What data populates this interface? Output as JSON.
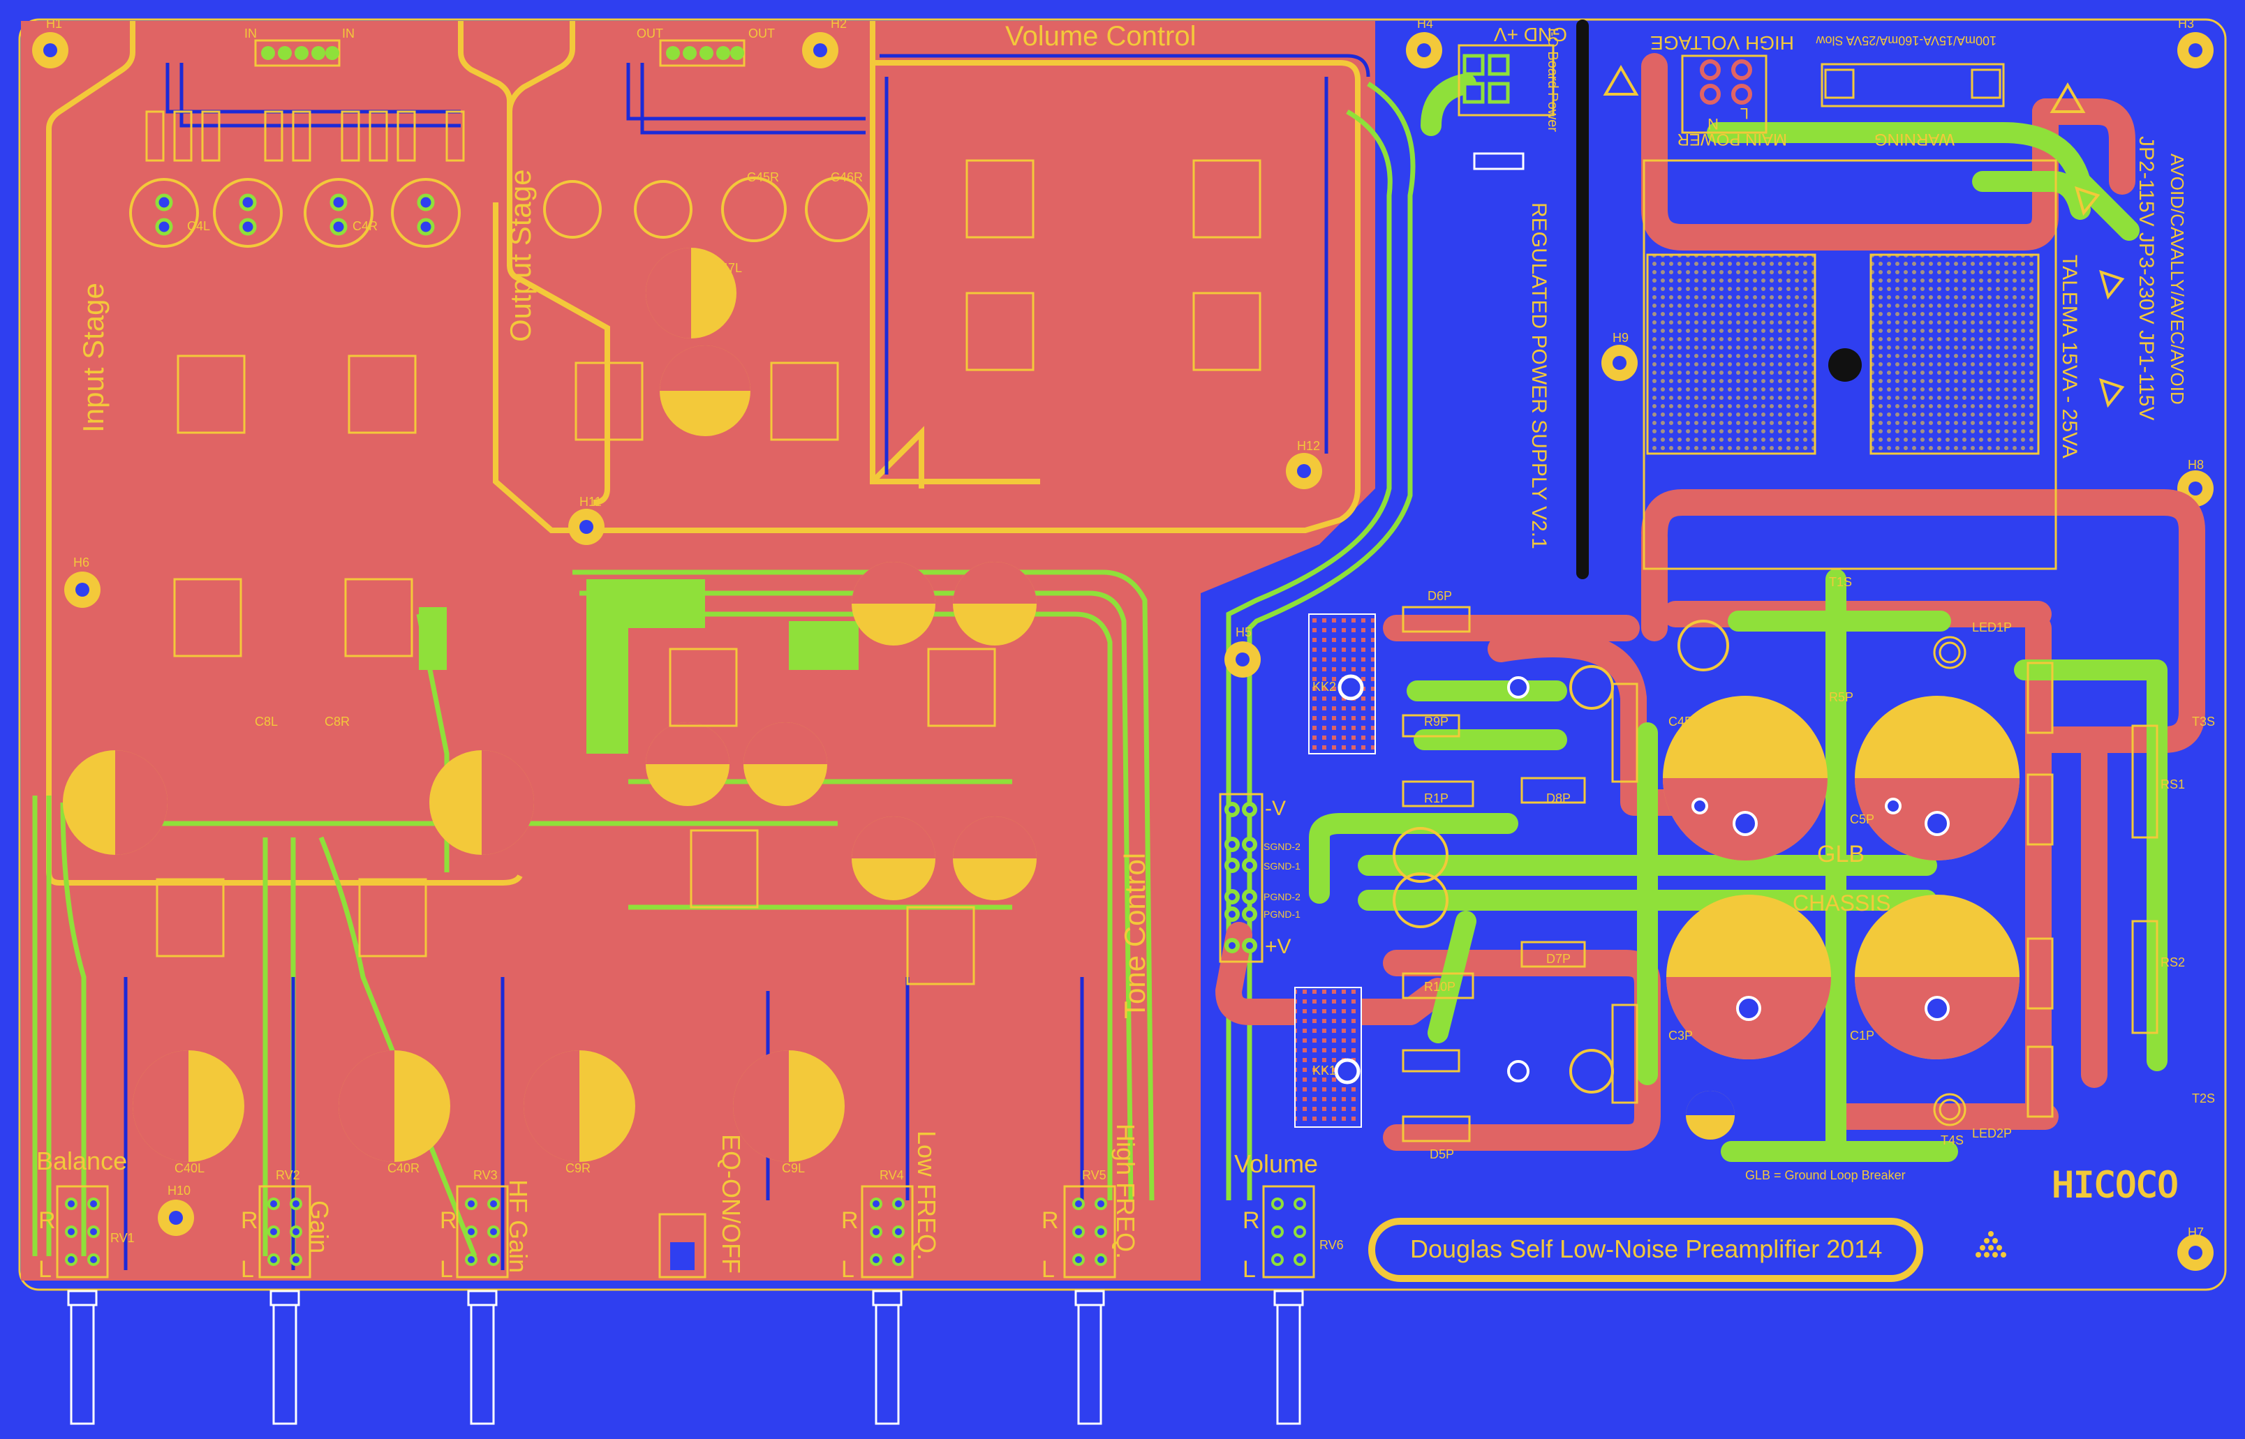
{
  "board": {
    "title": "Douglas Self Low-Noise Preamplifier 2014",
    "logo": "HICOCO",
    "colors": {
      "background": "#2f3ff0",
      "copper_left": "#e06464",
      "trace_red": "#e06464",
      "trace_green": "#8fe03a",
      "silkscreen": "#f3c93a",
      "pad_blue": "#2f3ff0",
      "trace_blue": "#1c2ad8"
    }
  },
  "sections": {
    "input_stage": "Input Stage",
    "output_stage": "Output Stage",
    "volume_control": "Volume Control",
    "tone_control": "Tone Control",
    "power_supply": "REGULATED POWER SUPPLY V2.1",
    "io_board_power": "I-O Board Power",
    "gnd_plus_v": "GND +V",
    "high_voltage": "HIGH VOLTAGE",
    "main_power": "MAIN POWER",
    "warning": "WARNING",
    "fuse_note": "100mA/15VA-160mA/25VA Slow",
    "jumpers": "JP2-115V  JP3-230V  JP1-115V",
    "transformer": "TALEMA 15VA - 25VA",
    "avoid_text": "AVOID/CAVALLY/AVEC/AVOID",
    "glb": "GLB",
    "chassis": "CHASSIS",
    "glb_note": "GLB = Ground Loop Breaker",
    "n_label": "N",
    "l_label": "L"
  },
  "controls": {
    "balance": "Balance",
    "gain": "Gain",
    "hf_gain": "HF Gain",
    "eq_on_off": "EQ-ON/OFF",
    "low_freq": "Low FREQ.",
    "high_freq": "High FREQ.",
    "volume": "Volume",
    "r": "R",
    "l": "L"
  },
  "connectors": {
    "in_label": "IN",
    "out_label": "OUT",
    "minus_v": "-V",
    "plus_v": "+V",
    "sgnd2": "SGND-2",
    "sgnd1": "SGND-1",
    "pgnd2": "PGND-2",
    "pgnd1": "PGND-1"
  },
  "holes": [
    "H1",
    "H2",
    "H3",
    "H4",
    "H5",
    "H6",
    "H7",
    "H8",
    "H9",
    "H10",
    "H11",
    "H12"
  ],
  "components": {
    "rv_labels": [
      "RV1",
      "RV2",
      "RV3",
      "RV4",
      "RV5",
      "RV6"
    ],
    "caps_labels": [
      "C40L",
      "C40R",
      "C9R",
      "C9L",
      "C45R",
      "C46R",
      "C47L",
      "C8L",
      "C8R",
      "C4L",
      "C4R"
    ],
    "psu_labels": [
      "D6P",
      "D5P",
      "D7P",
      "D8P",
      "R1P",
      "R5P",
      "R9P",
      "R10P",
      "C4P",
      "C5P",
      "C3P",
      "C1P",
      "KK1",
      "KK2",
      "LED1P",
      "LED2P",
      "T1S",
      "T2S",
      "T3S",
      "T4S",
      "RS1",
      "RS2"
    ]
  }
}
